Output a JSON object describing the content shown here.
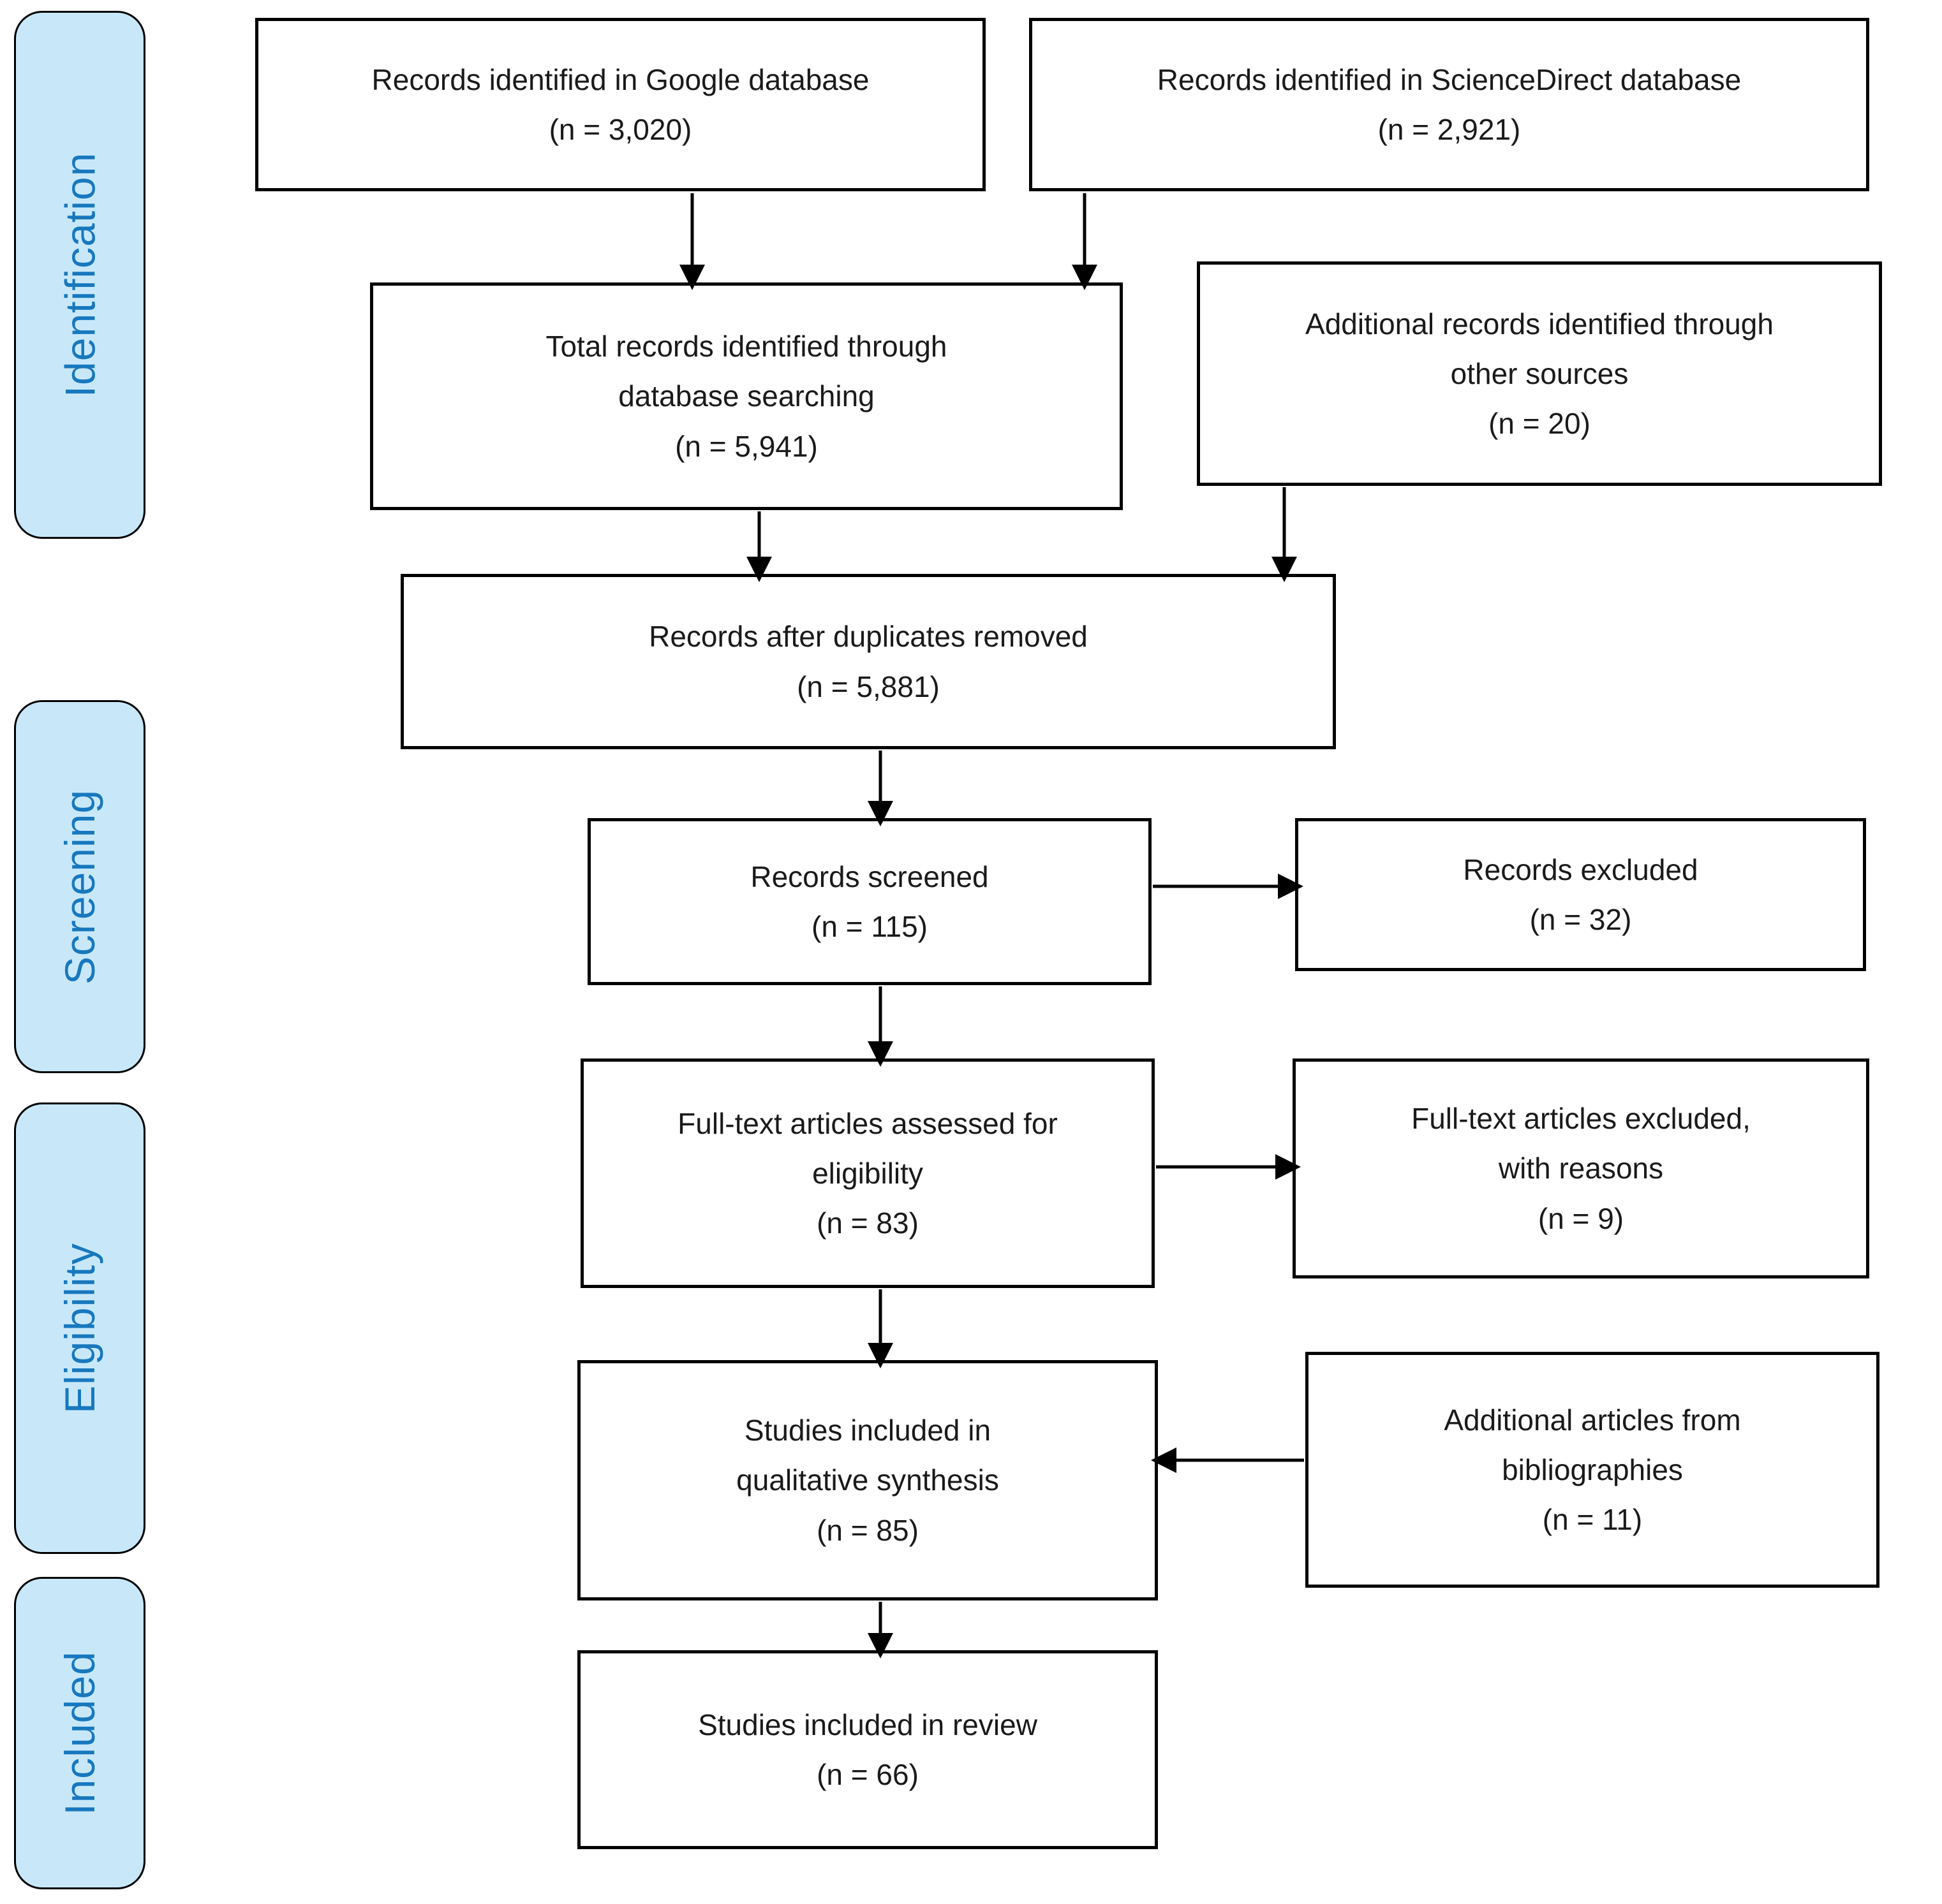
{
  "colors": {
    "stage_fill": "#C8E8FA",
    "stage_border": "#000000",
    "stage_text": "#1878BE",
    "box_fill": "#FFFFFF",
    "box_border": "#000000",
    "box_text": "#1A1A1A",
    "arrow": "#000000"
  },
  "sidebar": {
    "stages": [
      {
        "label": "Identification"
      },
      {
        "label": "Screening"
      },
      {
        "label": "Eligibility"
      },
      {
        "label": "Included"
      }
    ]
  },
  "flow": {
    "boxes": {
      "google": {
        "lines": [
          "Records identified in Google database",
          "(n = 3,020)"
        ]
      },
      "sciencedirect": {
        "lines": [
          "Records identified in ScienceDirect database",
          "(n = 2,921)"
        ]
      },
      "total": {
        "lines": [
          "Total records identified through",
          "database searching",
          "(n = 5,941)"
        ]
      },
      "other_sources": {
        "lines": [
          "Additional records identified through",
          "other sources",
          "(n = 20)"
        ]
      },
      "deduplicated": {
        "lines": [
          "Records after duplicates removed",
          "(n = 5,881)"
        ]
      },
      "screened": {
        "lines": [
          "Records screened",
          "(n = 115)"
        ]
      },
      "records_excluded": {
        "lines": [
          "Records excluded",
          "(n = 32)"
        ]
      },
      "fulltext_assessed": {
        "lines": [
          "Full-text articles assessed for",
          "eligibility",
          "(n = 83)"
        ]
      },
      "fulltext_excluded": {
        "lines": [
          "Full-text articles excluded,",
          "with reasons",
          "(n = 9)"
        ]
      },
      "qualitative": {
        "lines": [
          "Studies included in",
          "qualitative synthesis",
          "(n = 85)"
        ]
      },
      "bibliographies": {
        "lines": [
          "Additional articles from",
          "bibliographies",
          "(n = 11)"
        ]
      },
      "review": {
        "lines": [
          "Studies included in review",
          "(n = 66)"
        ]
      }
    },
    "counts": {
      "google": 3020,
      "sciencedirect": 2921,
      "total": 5941,
      "other_sources": 20,
      "deduplicated": 5881,
      "screened": 115,
      "records_excluded": 32,
      "fulltext_assessed": 83,
      "fulltext_excluded": 9,
      "qualitative": 85,
      "bibliographies": 11,
      "review": 66
    }
  }
}
